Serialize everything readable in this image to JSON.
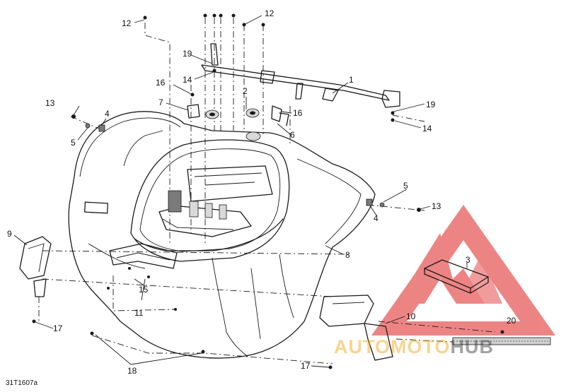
{
  "figure_code": "31T1607a",
  "watermark": {
    "part1": "AUTOMOTO",
    "part2": "HUB",
    "color1": "#f2a20c",
    "color2": "#333333",
    "logo_color": "#e02020"
  },
  "callouts": {
    "c1": "1",
    "c2": "2",
    "c3": "3",
    "c4a": "4",
    "c4b": "4",
    "c5a": "5",
    "c5b": "5",
    "c6": "6",
    "c7": "7",
    "c8": "8",
    "c9": "9",
    "c10": "10",
    "c11": "11",
    "c12a": "12",
    "c12b": "12",
    "c13a": "13",
    "c13b": "13",
    "c14a": "14",
    "c14b": "14",
    "c15": "15",
    "c16a": "16",
    "c16b": "16",
    "c17a": "17",
    "c17b": "17",
    "c18": "18",
    "c19a": "19",
    "c19b": "19",
    "c20": "20"
  }
}
